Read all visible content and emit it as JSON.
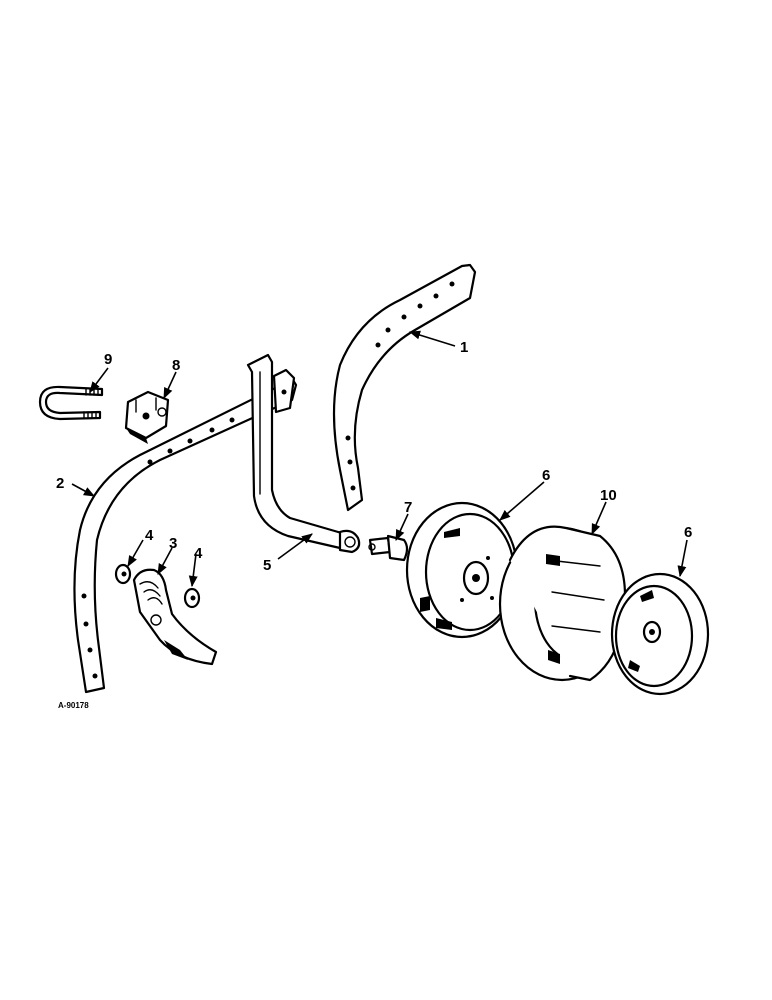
{
  "figure_ref": "A-90178",
  "callouts": {
    "c1": "1",
    "c2": "2",
    "c3": "3",
    "c4a": "4",
    "c4b": "4",
    "c5": "5",
    "c6a": "6",
    "c6b": "6",
    "c7": "7",
    "c8": "8",
    "c9": "9",
    "c10": "10"
  }
}
